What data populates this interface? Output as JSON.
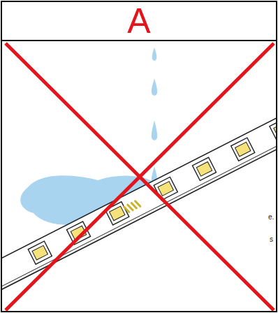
{
  "diagram": {
    "nodes": [
      {
        "text": [
          "A"
        ]
      }
    ],
    "labels": [
      "e.",
      "s"
    ]
  }
}
